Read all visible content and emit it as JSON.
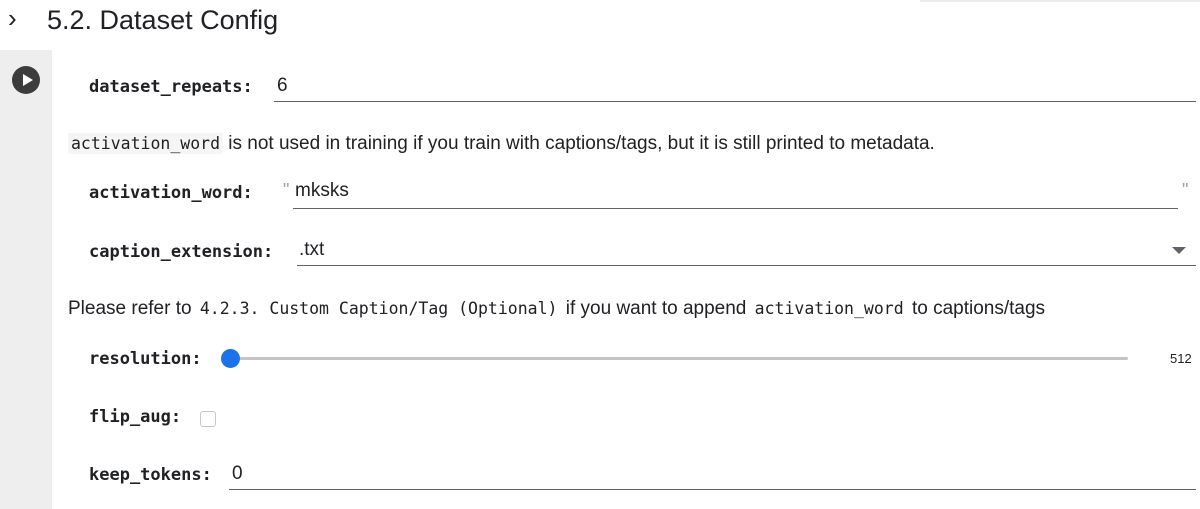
{
  "header": {
    "chevron": "›",
    "title": "5.2. Dataset Config"
  },
  "cell": {
    "run_button_icon": "play-icon"
  },
  "dataset_repeats": {
    "label": "dataset_repeats:",
    "value": "6"
  },
  "note1": {
    "code": "activation_word",
    "text": " is not used in training if you train with captions/tags, but it is still printed to metadata."
  },
  "activation_word": {
    "label": "activation_word:",
    "value": "mksks",
    "open_quote": "\"",
    "close_quote": "\""
  },
  "caption_extension": {
    "label": "caption_extension:",
    "value": ".txt"
  },
  "note2": {
    "prefix": "Please refer to ",
    "code1": "4.2.3. Custom Caption/Tag (Optional)",
    "middle": " if you want to append ",
    "code2": "activation_word",
    "suffix": " to captions/tags"
  },
  "resolution": {
    "label": "resolution:",
    "value": "512",
    "fraction": 0.0
  },
  "flip_aug": {
    "label": "flip_aug:",
    "checked": false
  },
  "keep_tokens": {
    "label": "keep_tokens:",
    "value": "0"
  },
  "colors": {
    "accent": "#1a73e8",
    "gutter": "#eeeeee",
    "run_button": "#3c3c3c"
  }
}
